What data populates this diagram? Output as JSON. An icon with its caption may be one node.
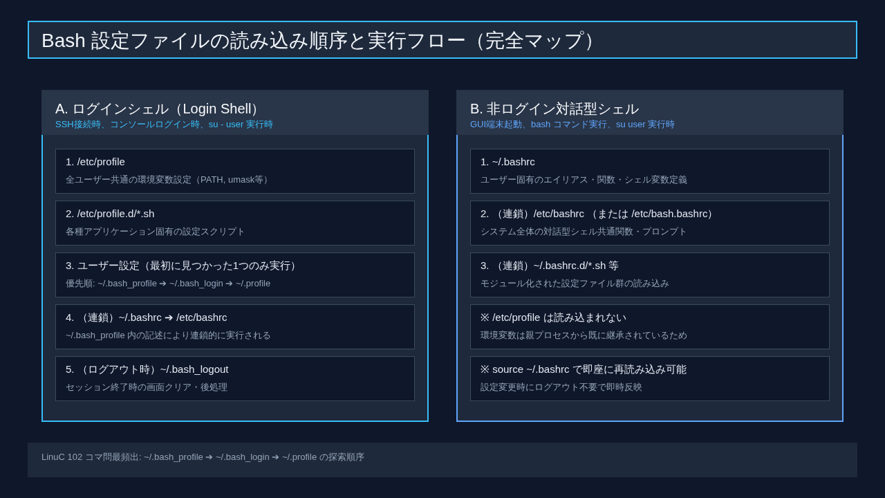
{
  "diagram": {
    "title": "Bash 設定ファイルの読み込み順序と実行フロー（完全マップ）",
    "nodes": [
      {
        "text": [
          "A. ログインシェル（Login Shell）",
          "SSH接続時、コンソールログイン時、su - user 実行時"
        ]
      },
      {
        "text": [
          "1. /etc/profile",
          "全ユーザー共通の環境変数設定（PATH, umask等）"
        ],
        "in": 0
      },
      {
        "text": [
          "2. /etc/profile.d/*.sh",
          "各種アプリケーション固有の設定スクリプト"
        ],
        "in": 0
      },
      {
        "text": [
          "3. ユーザー設定（最初に見つかった1つのみ実行）",
          "優先順: ~/.bash_profile ➔ ~/.bash_login ➔ ~/.profile"
        ],
        "in": 0
      },
      {
        "text": [
          "4. （連鎖）~/.bashrc ➔ /etc/bashrc",
          "~/.bash_profile 内の記述により連鎖的に実行される"
        ],
        "in": 0
      },
      {
        "text": [
          "5. （ログアウト時）~/.bash_logout",
          "セッション終了時の画面クリア・後処理"
        ],
        "in": 0
      },
      {
        "text": [
          "B. 非ログイン対話型シェル",
          "GUI端末起動、bash コマンド実行、su user 実行時"
        ]
      },
      {
        "text": [
          "1. ~/.bashrc",
          "ユーザー固有のエイリアス・関数・シェル変数定義"
        ],
        "in": 6
      },
      {
        "text": [
          "2. （連鎖）/etc/bashrc （または /etc/bash.bashrc）",
          "システム全体の対話型シェル共通関数・プロンプト"
        ],
        "in": 6
      },
      {
        "text": [
          "3. （連鎖）~/.bashrc.d/*.sh 等",
          "モジュール化された設定ファイル群の読み込み"
        ],
        "in": 6
      },
      {
        "text": [
          "※ /etc/profile は読み込まれない",
          "環境変数は親プロセスから既に継承されているため"
        ],
        "in": 6
      },
      {
        "text": [
          "※ source ~/.bashrc で即座に再読み込み可能",
          "設定変更時にログアウト不要で即時反映"
        ],
        "in": 6
      },
      {
        "text": [
          "LinuC 102 コマ問最頻出: ~/.bash_profile ➔ ~/.bash_login ➔ ~/.profile の探索順序"
        ]
      }
    ]
  }
}
